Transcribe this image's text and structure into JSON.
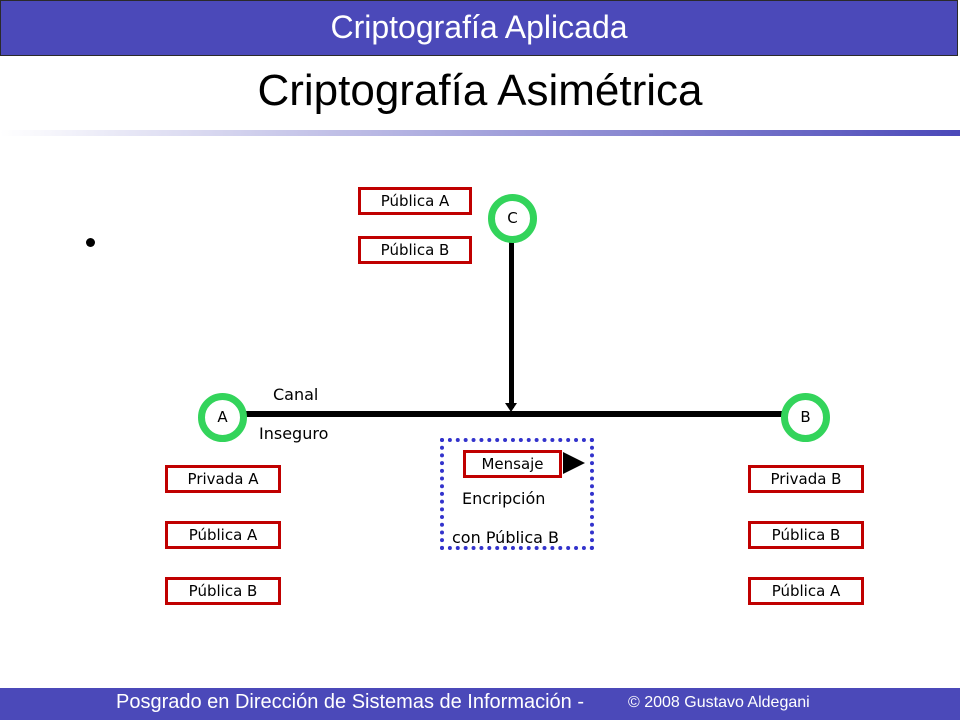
{
  "header": {
    "course": "Criptografía Aplicada"
  },
  "slide": {
    "title": "Criptografía Asimétrica"
  },
  "diagram": {
    "node_a": "A",
    "node_b": "B",
    "node_c": "C",
    "channel_line1": "Canal",
    "channel_line2": "Inseguro",
    "c_keys": [
      "Pública A",
      "Pública B"
    ],
    "a_keys": [
      "Privada A",
      "Pública A",
      "Pública B"
    ],
    "b_keys": [
      "Privada B",
      "Pública B",
      "Pública A"
    ],
    "message": "Mensaje",
    "encryption_line1": "Encripción",
    "encryption_line2": "con Pública B",
    "colors": {
      "node_ring": "#33d45b",
      "key_border": "#c00000",
      "encrypt_border": "#3333cc",
      "band": "#4b49b9"
    }
  },
  "footer": {
    "text": "Posgrado en Dirección de Sistemas de Información -",
    "copyright": "© 2008 Gustavo Aldegani"
  }
}
